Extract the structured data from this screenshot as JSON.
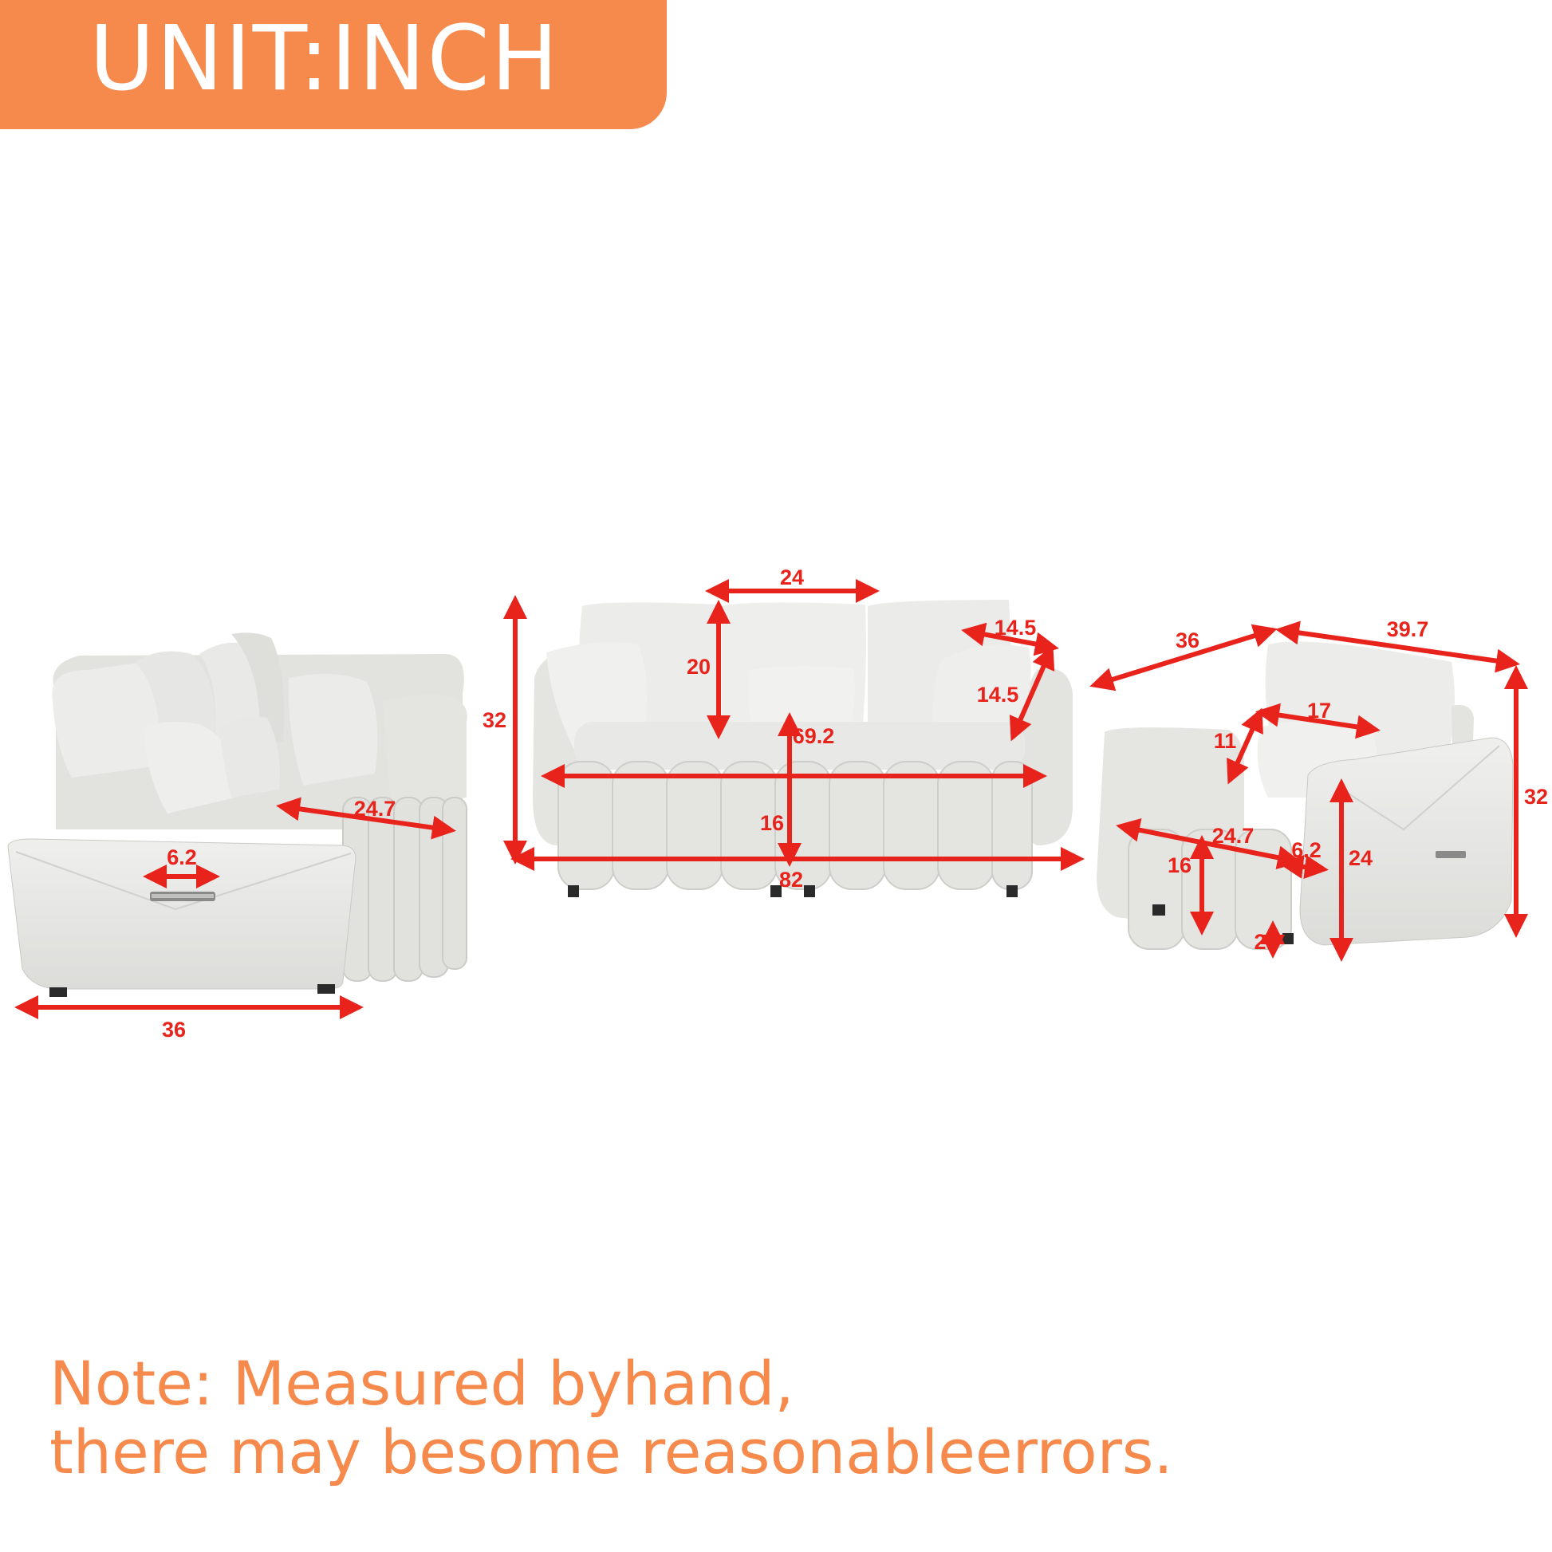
{
  "header": {
    "unit_label": "UNIT:INCH",
    "banner_color": "#f58a4c"
  },
  "colors": {
    "dimension": "#e8231c",
    "fabric": "#e6e6e4",
    "fabric_shadow": "#cfcfcc",
    "leg": "#2a2a2a"
  },
  "sofa_side": {
    "depth": "36",
    "seat_depth": "24.7",
    "handle_width": "6.2"
  },
  "sofa_front": {
    "overall_width": "82",
    "overall_height": "32",
    "seat_width": "69.2",
    "seat_height": "16",
    "back_pillow_width": "24",
    "back_pillow_height": "20",
    "throw_pillow_width": "14.5",
    "throw_pillow_height": "14.5"
  },
  "armchair": {
    "depth": "36",
    "width": "39.7",
    "overall_height": "32",
    "arm_height": "24",
    "seat_height": "16",
    "leg_height": "2",
    "seat_depth": "24.7",
    "pillow_width": "17",
    "pillow_height": "11",
    "handle_width": "6.2"
  },
  "note": {
    "line1": "Note: Measured byhand,",
    "line2": "there may besome reasonableerrors."
  }
}
